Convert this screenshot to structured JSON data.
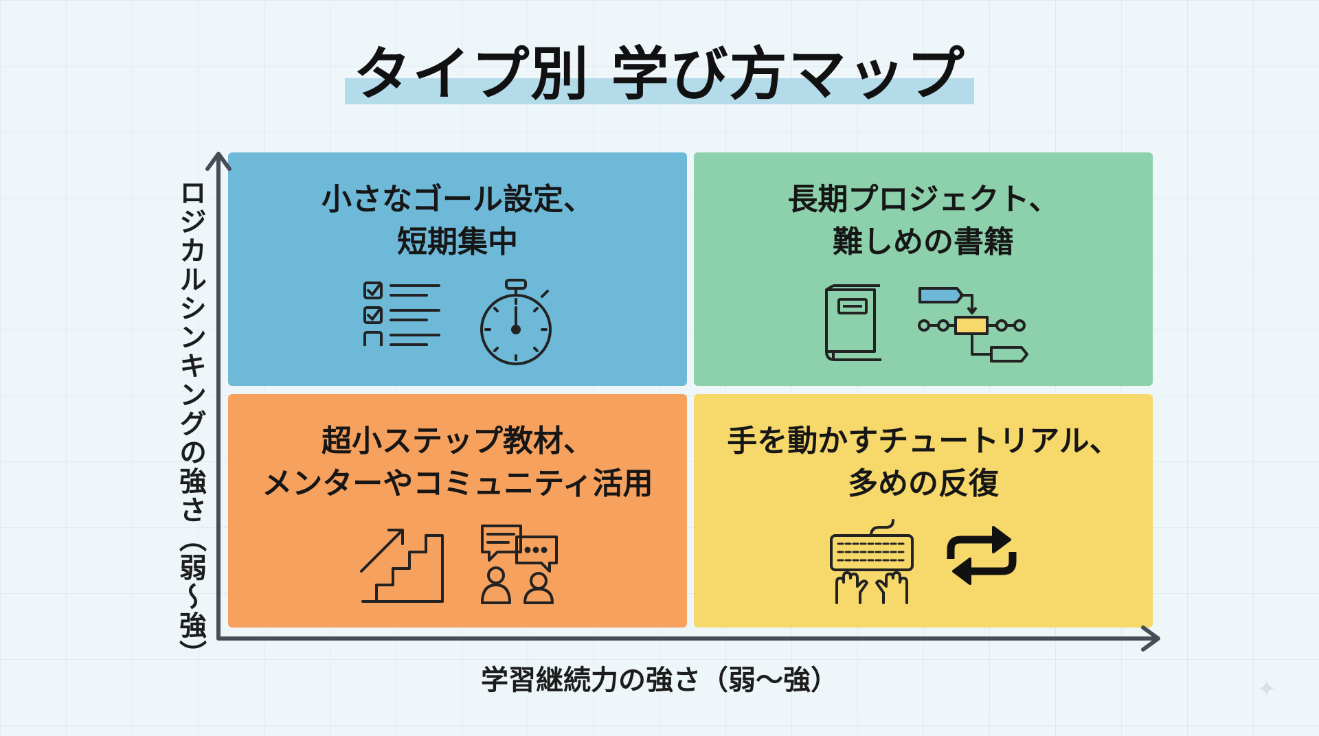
{
  "title": "タイプ別 学び方マップ",
  "axes": {
    "y_label": "ロジカルシンキングの強さ（弱～強）",
    "x_label": "学習継続力の強さ（弱～強）"
  },
  "quadrants": {
    "top_left": {
      "line1": "小さなゴール設定、",
      "line2": "短期集中",
      "color": "#6eb9d8",
      "icons": [
        "checklist-icon",
        "stopwatch-icon"
      ]
    },
    "top_right": {
      "line1": "長期プロジェクト、",
      "line2": "難しめの書籍",
      "color": "#8dd0ac",
      "icons": [
        "book-icon",
        "flowchart-icon"
      ]
    },
    "bottom_left": {
      "line1": "超小ステップ教材、",
      "line2": "メンターやコミュニティ活用",
      "color": "#f7a15e",
      "icons": [
        "stairs-icon",
        "community-chat-icon"
      ]
    },
    "bottom_right": {
      "line1": "手を動かすチュートリアル、",
      "line2": "多めの反復",
      "color": "#f6d86b",
      "icons": [
        "keyboard-hands-icon",
        "repeat-icon"
      ]
    }
  }
}
